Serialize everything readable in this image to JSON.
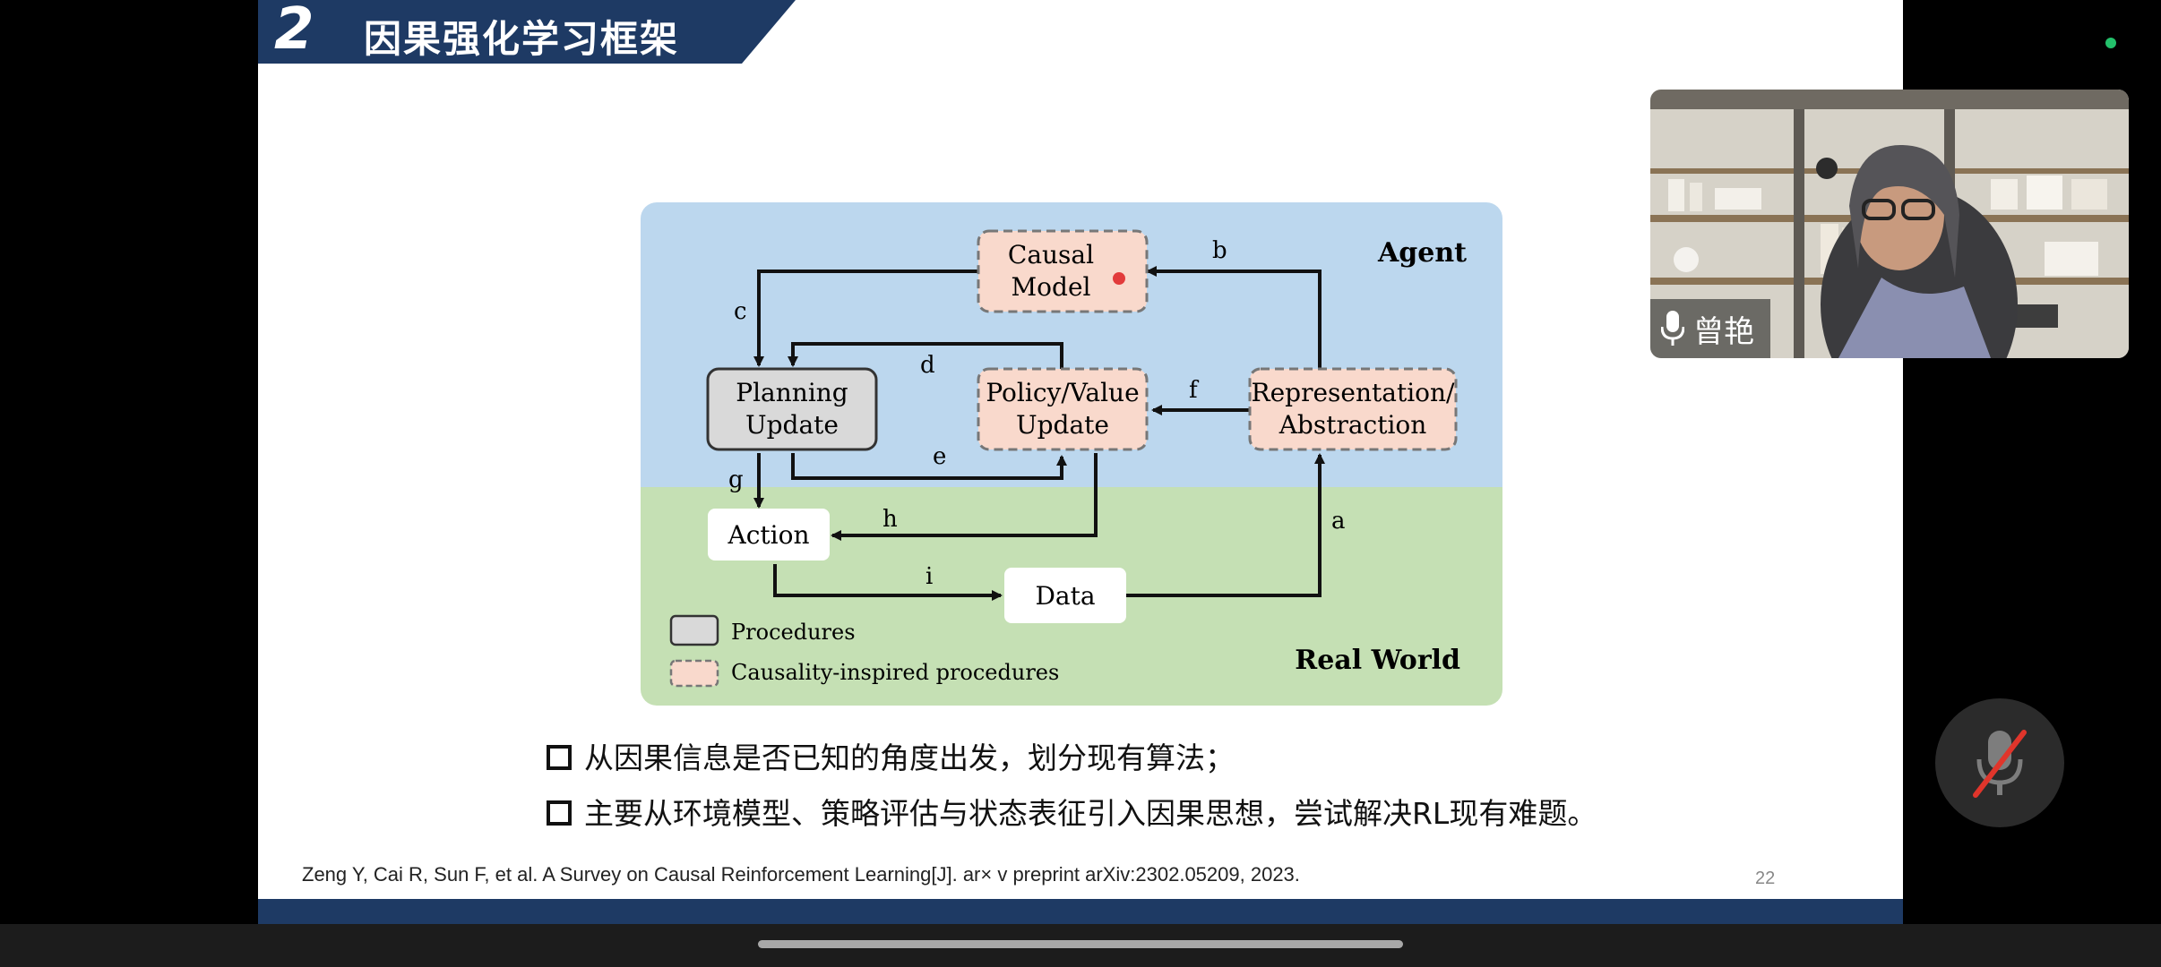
{
  "slide": {
    "section_number": "2",
    "title": "因果强化学习框架",
    "bullets": [
      "从因果信息是否已知的角度出发，划分现有算法；",
      "主要从环境模型、策略评估与状态表征引入因果思想，尝试解决RL现有难题。"
    ],
    "citation": "Zeng Y, Cai R, Sun F, et al. A Survey on Causal Reinforcement Learning[J]. ar× v preprint arXiv:2302.05209, 2023.",
    "page_number": "22"
  },
  "diagram": {
    "agent_label": "Agent",
    "world_label": "Real World",
    "nodes": {
      "causal_model": [
        "Causal",
        "Model"
      ],
      "planning_update": [
        "Planning",
        "Update"
      ],
      "policy_value_update": [
        "Policy/Value",
        "Update"
      ],
      "representation": [
        "Representation/",
        "Abstraction"
      ],
      "action": "Action",
      "data": "Data"
    },
    "edge_labels": {
      "a": "a",
      "b": "b",
      "c": "c",
      "d": "d",
      "e": "e",
      "f": "f",
      "g": "g",
      "h": "h",
      "i": "i"
    },
    "legend": {
      "procedures": "Procedures",
      "causality": "Causality-inspired procedures"
    },
    "colors": {
      "agent_bg": "#bcd7ee",
      "world_bg": "#c5e0b4",
      "causal_fill": "#f9d9cc",
      "procedure_fill": "#d9d9d9"
    }
  },
  "video": {
    "participant_name": "曾艳",
    "mic_icon": "microphone-icon"
  },
  "controls": {
    "mute_icon": "microphone-muted-icon"
  },
  "colors": {
    "banner": "#1e3a64",
    "footer": "#1e3a64",
    "status_dot": "#23c16b"
  }
}
